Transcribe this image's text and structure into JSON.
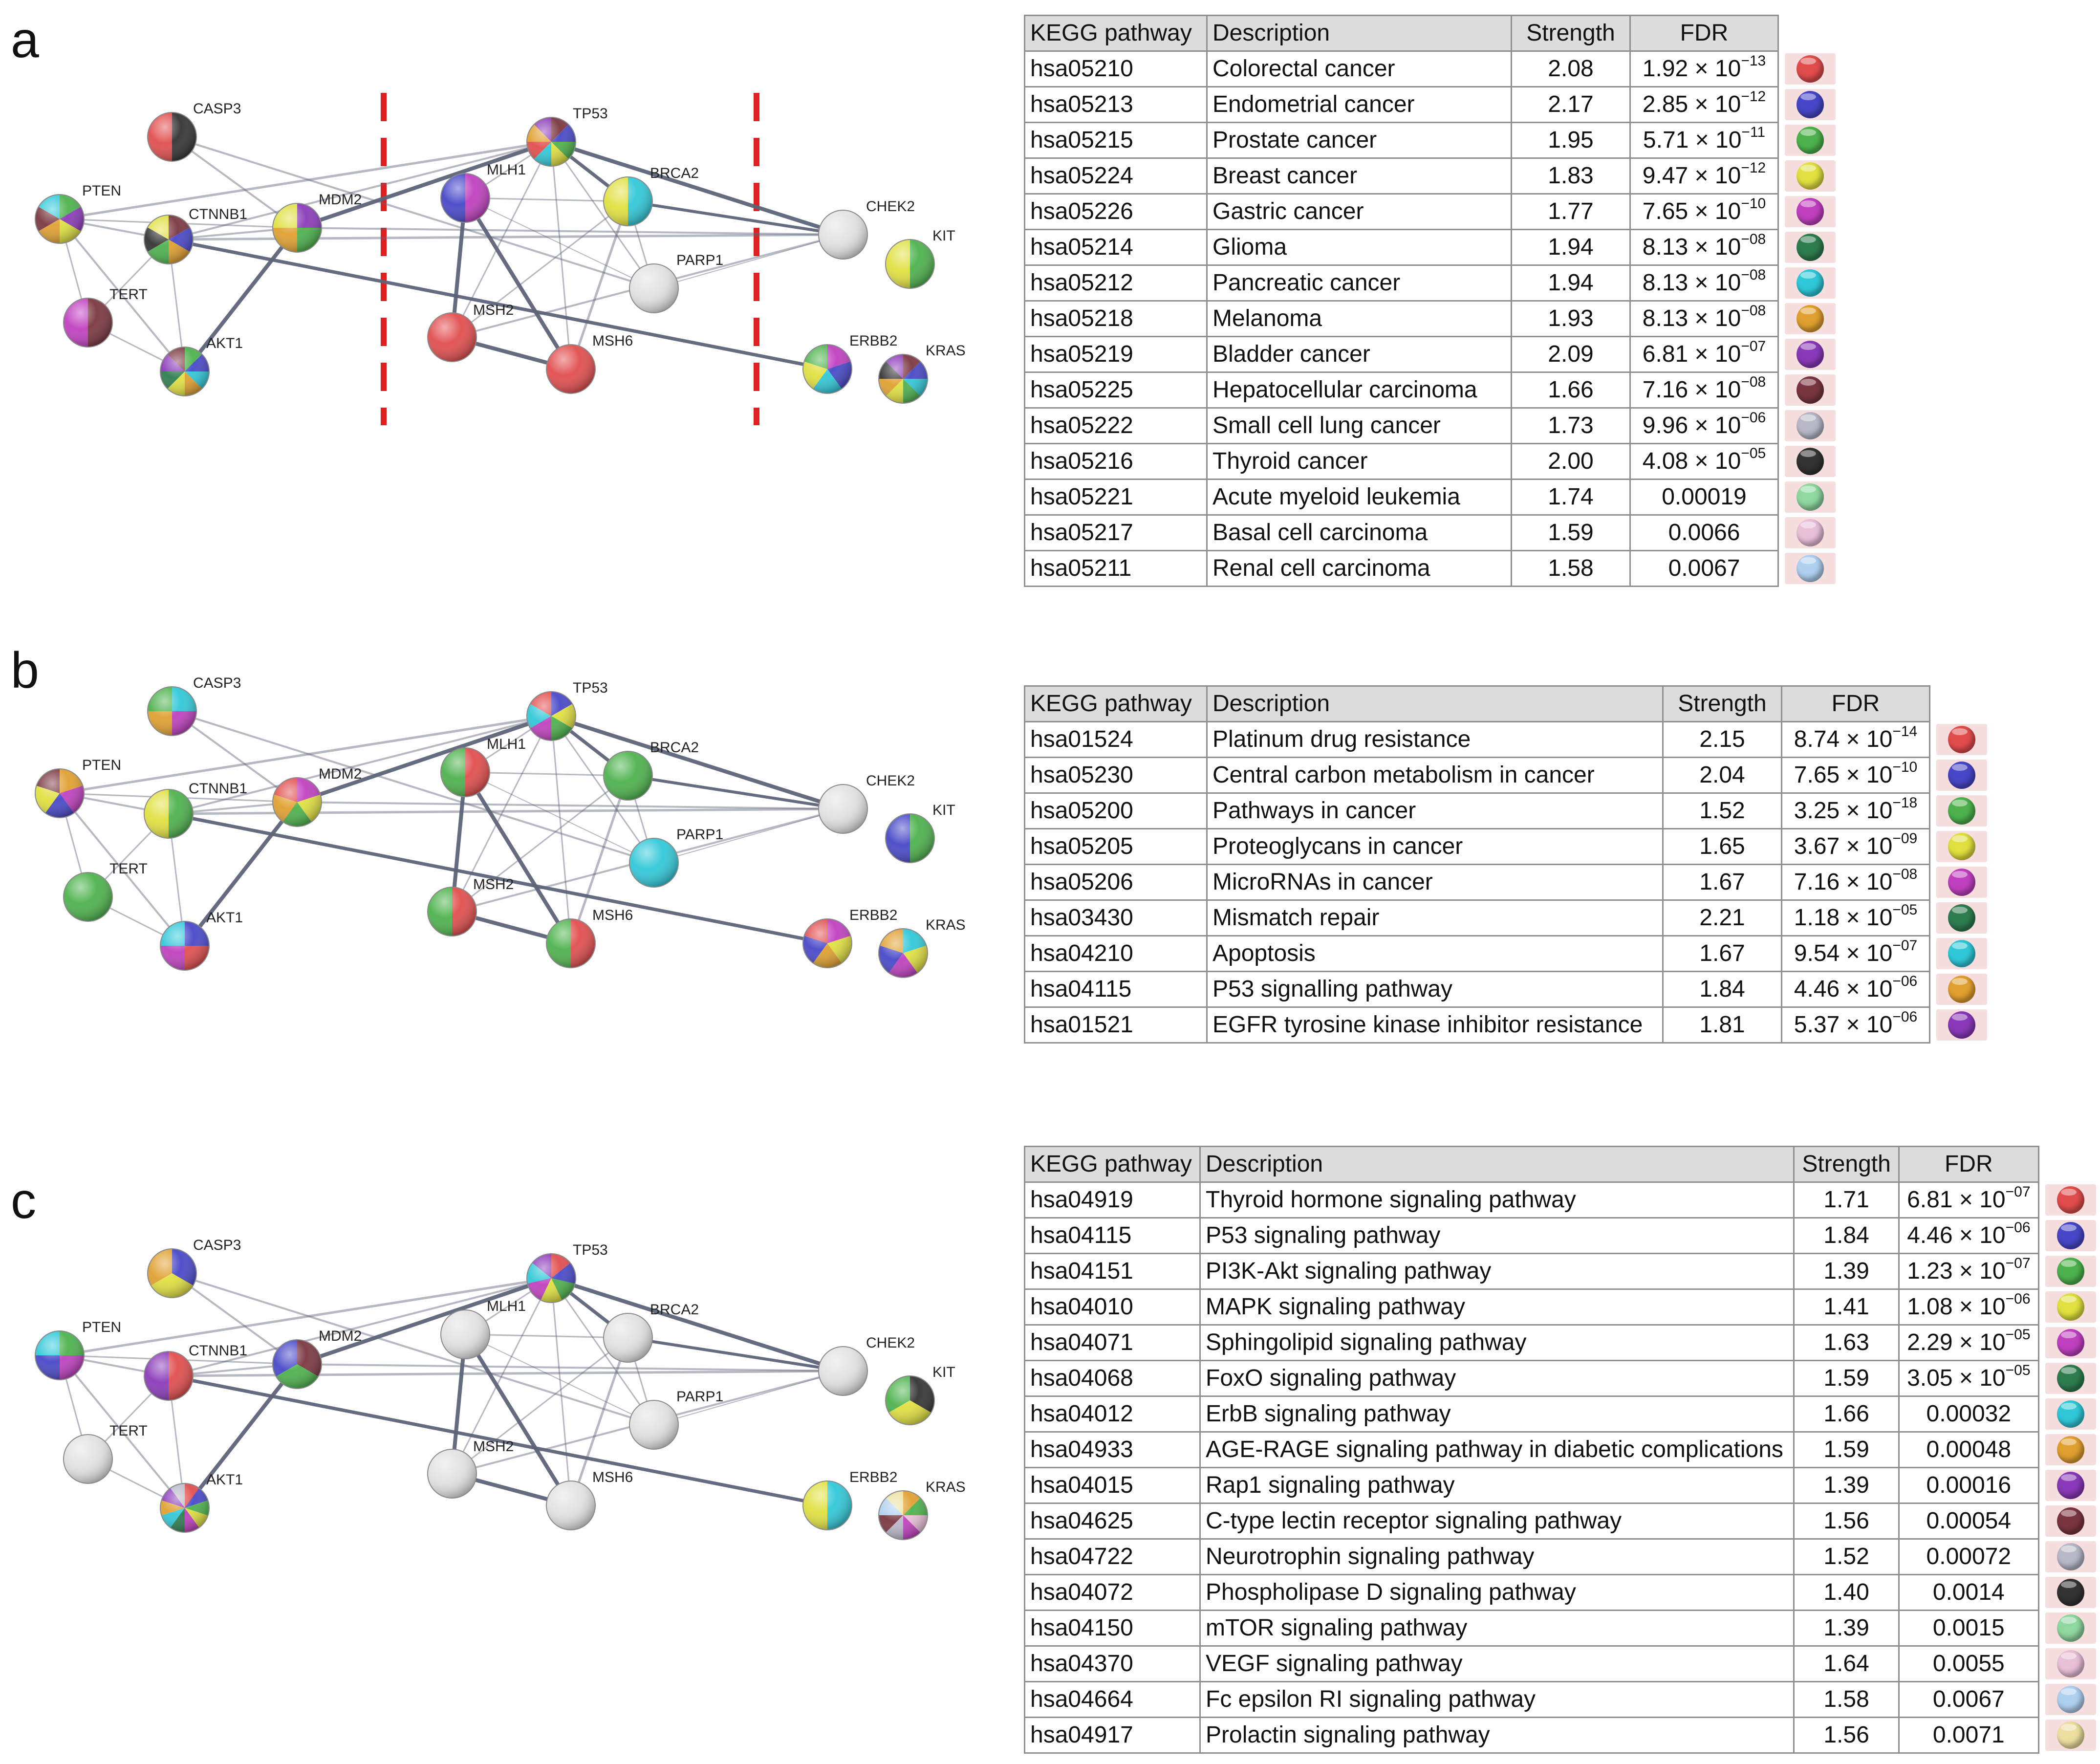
{
  "panel_letters": [
    "a",
    "b",
    "c"
  ],
  "colors": {
    "palette": [
      "#e14d4d",
      "#4747c8",
      "#4db24d",
      "#e0e040",
      "#c040c0",
      "#2e7d4f",
      "#30c8d8",
      "#e0a030",
      "#8a3ab9",
      "#7a3640",
      "#b8b8c8",
      "#333333",
      "#8fd8a0",
      "#e8c0d8",
      "#b0d0f0",
      "#ecdfa0"
    ],
    "grey": "#e2e2e2",
    "divider": "#e02020",
    "edge": "#5d6478"
  },
  "network": {
    "nodes": {
      "CASP3": "CASP3",
      "PTEN": "PTEN",
      "CTNNB1": "CTNNB1",
      "MDM2": "MDM2",
      "TERT": "TERT",
      "AKT1": "AKT1",
      "TP53": "TP53",
      "MLH1": "MLH1",
      "BRCA2": "BRCA2",
      "PARP1": "PARP1",
      "MSH2": "MSH2",
      "MSH6": "MSH6",
      "CHEK2": "CHEK2",
      "KIT": "KIT",
      "ERBB2": "ERBB2",
      "KRAS": "KRAS"
    },
    "node_colors": {
      "a": {
        "CASP3": [
          11,
          0
        ],
        "PTEN": [
          2,
          8,
          3,
          7,
          9,
          6
        ],
        "CTNNB1": [
          9,
          1,
          7,
          2,
          11,
          3
        ],
        "MDM2": [
          8,
          2,
          7,
          3
        ],
        "TERT": [
          9,
          4
        ],
        "AKT1": [
          2,
          1,
          6,
          7,
          3,
          5,
          8,
          9
        ],
        "TP53": [
          9,
          1,
          2,
          3,
          6,
          0,
          7,
          8
        ],
        "MLH1": [
          4,
          1
        ],
        "BRCA2": [
          6,
          3
        ],
        "PARP1": [
          "grey"
        ],
        "MSH2": [
          0
        ],
        "MSH6": [
          0
        ],
        "CHEK2": [
          "grey"
        ],
        "KIT": [
          2,
          3
        ],
        "ERBB2": [
          4,
          1,
          6,
          3,
          2
        ],
        "KRAS": [
          9,
          1,
          6,
          2,
          3,
          7,
          11,
          8
        ]
      },
      "b": {
        "CASP3": [
          6,
          4,
          7,
          2
        ],
        "PTEN": [
          7,
          4,
          1,
          3,
          9
        ],
        "CTNNB1": [
          2,
          3
        ],
        "MDM2": [
          4,
          3,
          2,
          7,
          0
        ],
        "TERT": [
          2
        ],
        "AKT1": [
          1,
          0,
          4,
          6
        ],
        "TP53": [
          1,
          3,
          2,
          4,
          6,
          0
        ],
        "MLH1": [
          0,
          2
        ],
        "BRCA2": [
          2
        ],
        "PARP1": [
          6
        ],
        "MSH2": [
          0,
          2
        ],
        "MSH6": [
          0,
          2
        ],
        "CHEK2": [
          "grey"
        ],
        "KIT": [
          2,
          1
        ],
        "ERBB2": [
          4,
          3,
          7,
          1,
          0
        ],
        "KRAS": [
          6,
          3,
          4,
          1,
          7
        ]
      },
      "c": {
        "CASP3": [
          1,
          3,
          7
        ],
        "PTEN": [
          2,
          4,
          1,
          6
        ],
        "CTNNB1": [
          0,
          8
        ],
        "MDM2": [
          9,
          2,
          1
        ],
        "TERT": [
          "grey"
        ],
        "AKT1": [
          0,
          1,
          2,
          3,
          4,
          5,
          6,
          7,
          8,
          10
        ],
        "TP53": [
          0,
          1,
          2,
          3,
          4,
          6,
          8
        ],
        "MLH1": [
          "grey"
        ],
        "BRCA2": [
          "grey"
        ],
        "PARP1": [
          "grey"
        ],
        "MSH2": [
          "grey"
        ],
        "MSH6": [
          "grey"
        ],
        "CHEK2": [
          "grey"
        ],
        "KIT": [
          11,
          3,
          2
        ],
        "ERBB2": [
          6,
          3
        ],
        "KRAS": [
          7,
          2,
          13,
          4,
          10,
          9,
          14,
          15
        ]
      }
    }
  },
  "tables": {
    "headers": {
      "pathway": "KEGG pathway",
      "description": "Description",
      "strength": "Strength",
      "fdr": "FDR"
    },
    "a": [
      [
        "hsa05210",
        "Colorectal cancer",
        "2.08",
        "1.92 × 10",
        "−13"
      ],
      [
        "hsa05213",
        "Endometrial cancer",
        "2.17",
        "2.85 × 10",
        "−12"
      ],
      [
        "hsa05215",
        "Prostate cancer",
        "1.95",
        "5.71 × 10",
        "−11"
      ],
      [
        "hsa05224",
        "Breast cancer",
        "1.83",
        "9.47 × 10",
        "−12"
      ],
      [
        "hsa05226",
        "Gastric cancer",
        "1.77",
        "7.65 × 10",
        "−10"
      ],
      [
        "hsa05214",
        "Glioma",
        "1.94",
        "8.13 × 10",
        "−08"
      ],
      [
        "hsa05212",
        "Pancreatic cancer",
        "1.94",
        "8.13 × 10",
        "−08"
      ],
      [
        "hsa05218",
        "Melanoma",
        "1.93",
        "8.13 × 10",
        "−08"
      ],
      [
        "hsa05219",
        "Bladder cancer",
        "2.09",
        "6.81 × 10",
        "−07"
      ],
      [
        "hsa05225",
        "Hepatocellular carcinoma",
        "1.66",
        "7.16 × 10",
        "−08"
      ],
      [
        "hsa05222",
        "Small cell lung cancer",
        "1.73",
        "9.96 × 10",
        "−06"
      ],
      [
        "hsa05216",
        "Thyroid cancer",
        "2.00",
        "4.08 × 10",
        "−05"
      ],
      [
        "hsa05221",
        "Acute myeloid leukemia",
        "1.74",
        "0.00019",
        ""
      ],
      [
        "hsa05217",
        "Basal cell carcinoma",
        "1.59",
        "0.0066",
        ""
      ],
      [
        "hsa05211",
        "Renal cell carcinoma",
        "1.58",
        "0.0067",
        ""
      ]
    ],
    "b": [
      [
        "hsa01524",
        "Platinum drug resistance",
        "2.15",
        "8.74 × 10",
        "−14"
      ],
      [
        "hsa05230",
        "Central carbon metabolism in cancer",
        "2.04",
        "7.65 × 10",
        "−10"
      ],
      [
        "hsa05200",
        "Pathways in cancer",
        "1.52",
        "3.25 × 10",
        "−18"
      ],
      [
        "hsa05205",
        "Proteoglycans in cancer",
        "1.65",
        "3.67 × 10",
        "−09"
      ],
      [
        "hsa05206",
        "MicroRNAs in cancer",
        "1.67",
        "7.16 × 10",
        "−08"
      ],
      [
        "hsa03430",
        "Mismatch repair",
        "2.21",
        "1.18 × 10",
        "−05"
      ],
      [
        "hsa04210",
        "Apoptosis",
        "1.67",
        "9.54 × 10",
        "−07"
      ],
      [
        "hsa04115",
        "P53 signalling pathway",
        "1.84",
        "4.46 × 10",
        "−06"
      ],
      [
        "hsa01521",
        "EGFR tyrosine kinase inhibitor resistance",
        "1.81",
        "5.37 × 10",
        "−06"
      ]
    ],
    "c": [
      [
        "hsa04919",
        "Thyroid hormone signaling pathway",
        "1.71",
        "6.81 × 10",
        "−07"
      ],
      [
        "hsa04115",
        "P53 signaling pathway",
        "1.84",
        "4.46 × 10",
        "−06"
      ],
      [
        "hsa04151",
        "PI3K-Akt signaling pathway",
        "1.39",
        "1.23 × 10",
        "−07"
      ],
      [
        "hsa04010",
        "MAPK signaling pathway",
        "1.41",
        "1.08 × 10",
        "−06"
      ],
      [
        "hsa04071",
        "Sphingolipid signaling pathway",
        "1.63",
        "2.29 × 10",
        "−05"
      ],
      [
        "hsa04068",
        "FoxO signaling pathway",
        "1.59",
        "3.05 × 10",
        "−05"
      ],
      [
        "hsa04012",
        "ErbB signaling pathway",
        "1.66",
        "0.00032",
        ""
      ],
      [
        "hsa04933",
        "AGE-RAGE signaling pathway in diabetic complications",
        "1.59",
        "0.00048",
        ""
      ],
      [
        "hsa04015",
        "Rap1 signaling pathway",
        "1.39",
        "0.00016",
        ""
      ],
      [
        "hsa04625",
        "C-type lectin receptor signaling pathway",
        "1.56",
        "0.00054",
        ""
      ],
      [
        "hsa04722",
        "Neurotrophin signaling pathway",
        "1.52",
        "0.00072",
        ""
      ],
      [
        "hsa04072",
        "Phospholipase D signaling pathway",
        "1.40",
        "0.0014",
        ""
      ],
      [
        "hsa04150",
        "mTOR signaling pathway",
        "1.39",
        "0.0015",
        ""
      ],
      [
        "hsa04370",
        "VEGF signaling pathway",
        "1.64",
        "0.0055",
        ""
      ],
      [
        "hsa04664",
        "Fc epsilon RI signaling pathway",
        "1.58",
        "0.0067",
        ""
      ],
      [
        "hsa04917",
        "Prolactin signaling pathway",
        "1.56",
        "0.0071",
        ""
      ]
    ]
  }
}
